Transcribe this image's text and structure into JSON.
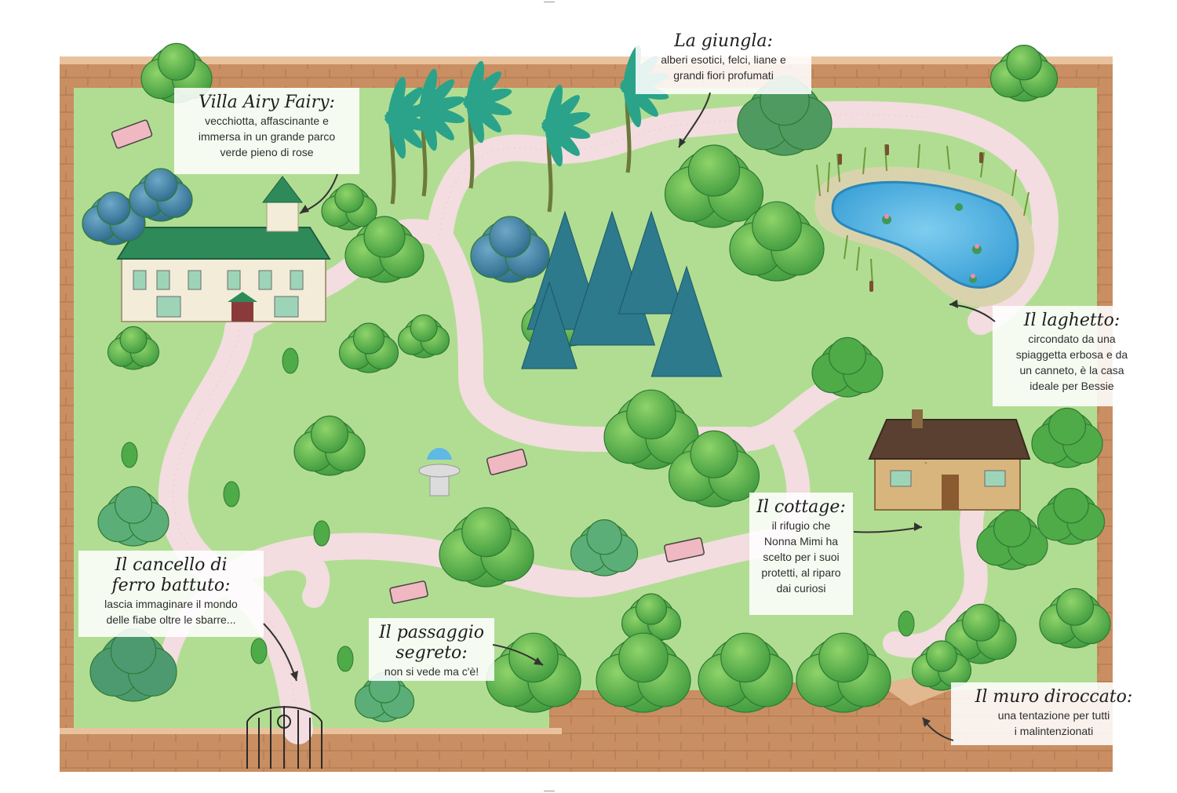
{
  "map": {
    "colors": {
      "lawn": "#a8d98a",
      "lawn_light": "#c4e6a3",
      "path": "#f3dde0",
      "wall": "#c98e62",
      "wall_top": "#e2b890",
      "pond": "#56b7e6",
      "sand": "#d9d3ad",
      "roof_green": "#2f8a5a",
      "villa": "#f3ecd9",
      "cottage": "#d9b57e",
      "thatch": "#5a4030"
    },
    "labels": [
      {
        "id": "villa",
        "title": "Villa Airy Fairy:",
        "desc": "vecchiotta, affascinante e\nimmersa in un grande parco\nverde pieno di rose"
      },
      {
        "id": "jungle",
        "title": "La giungla:",
        "desc": "alberi esotici, felci, liane e\ngrandi fiori profumati"
      },
      {
        "id": "pond",
        "title": "Il laghetto:",
        "desc": "circondato da una\nspiaggetta erbosa e da\nun canneto, è la casa\nideale per Bessie"
      },
      {
        "id": "cottage",
        "title": "Il cottage:",
        "desc": "il rifugio che\nNonna Mimi ha\nscelto per i suoi\nprotetti, al riparo\ndai curiosi"
      },
      {
        "id": "gate",
        "title": "Il cancello di\nferro battuto:",
        "desc": "lascia immaginare il mondo\ndelle fiabe oltre le sbarre..."
      },
      {
        "id": "passage",
        "title": "Il passaggio\nsegreto:",
        "desc": "non si vede ma c'è!"
      },
      {
        "id": "wall",
        "title": "Il muro diroccato:",
        "desc": "una tentazione per tutti\ni malintenzionati"
      }
    ]
  }
}
